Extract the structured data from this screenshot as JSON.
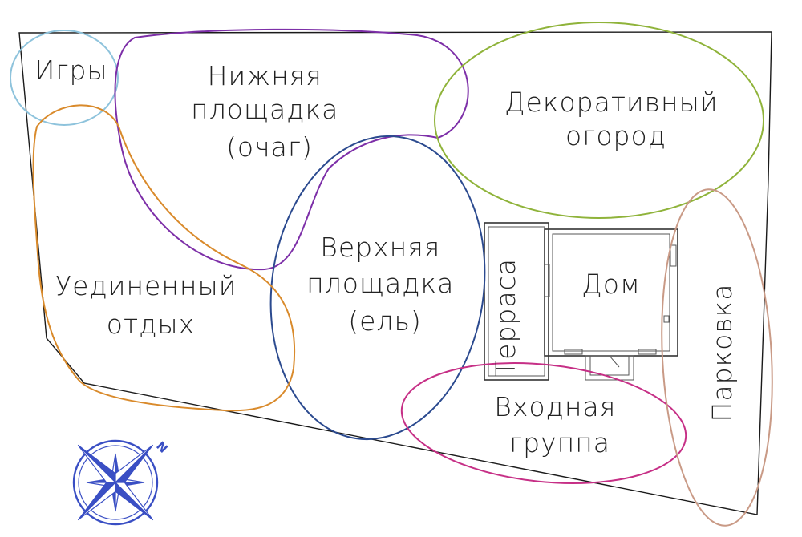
{
  "zones": {
    "games": {
      "lines": [
        "Игры"
      ],
      "color": "#8ec3dc"
    },
    "lower": {
      "lines": [
        "Нижняя",
        "площадка",
        "(очаг)"
      ],
      "color": "#7d2fa8"
    },
    "decor": {
      "lines": [
        "Декоративный",
        "огород"
      ],
      "color": "#8fb33a"
    },
    "upper": {
      "lines": [
        "Верхняя",
        "площадка",
        "(ель)"
      ],
      "color": "#2b4a8f"
    },
    "secluded": {
      "lines": [
        "Уединенный",
        "отдых"
      ],
      "color": "#d98a2b"
    },
    "entrance": {
      "lines": [
        "Входная",
        "группа"
      ],
      "color": "#c62f86"
    },
    "parking": {
      "lines": [
        "Парковка"
      ],
      "color": "#c99a86"
    }
  },
  "buildings": {
    "terrace": "Терраса",
    "house": "Дом"
  },
  "compass": {
    "north_label": "N",
    "color": "#3a4fc4"
  }
}
